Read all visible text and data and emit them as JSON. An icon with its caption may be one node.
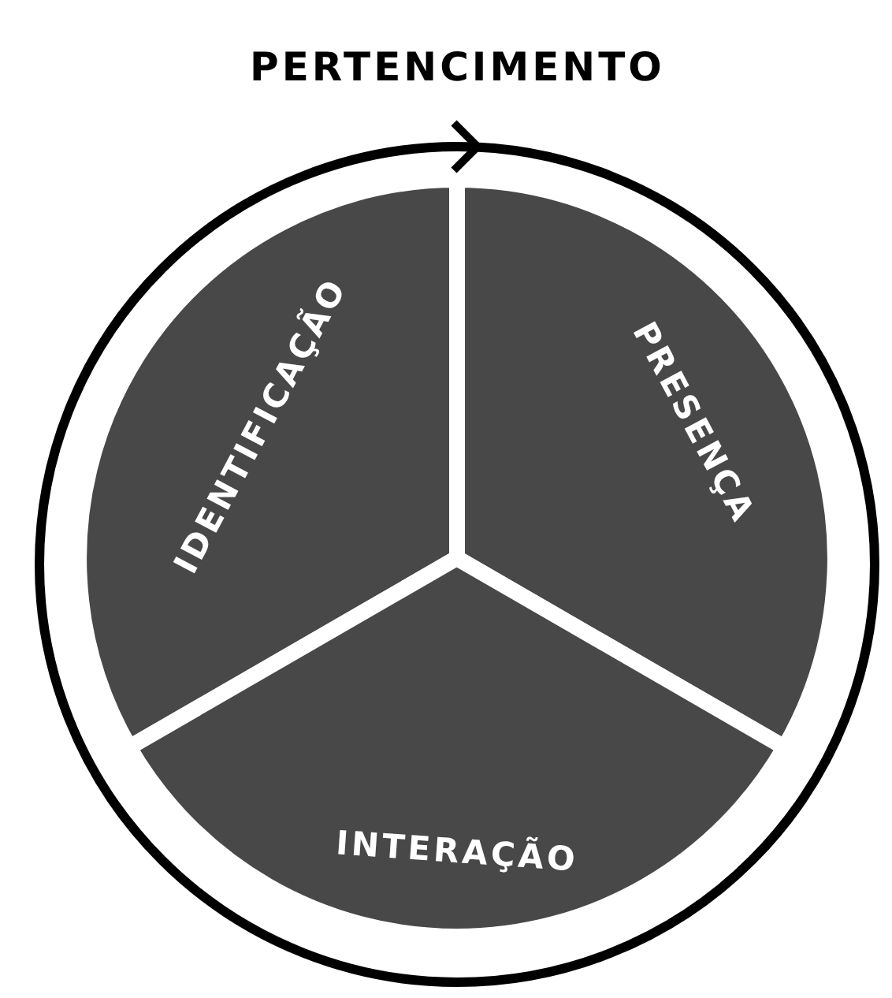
{
  "diagram": {
    "nodes": [
      {
        "text": [
          "PERTENCIMENTO"
        ]
      },
      {
        "text": [
          "IDENTIFICAÇÃO"
        ],
        "in": 0
      },
      {
        "text": [
          "PRESENÇA"
        ],
        "in": 0
      },
      {
        "text": [
          "INTERAÇÃO"
        ],
        "in": 0
      }
    ]
  }
}
